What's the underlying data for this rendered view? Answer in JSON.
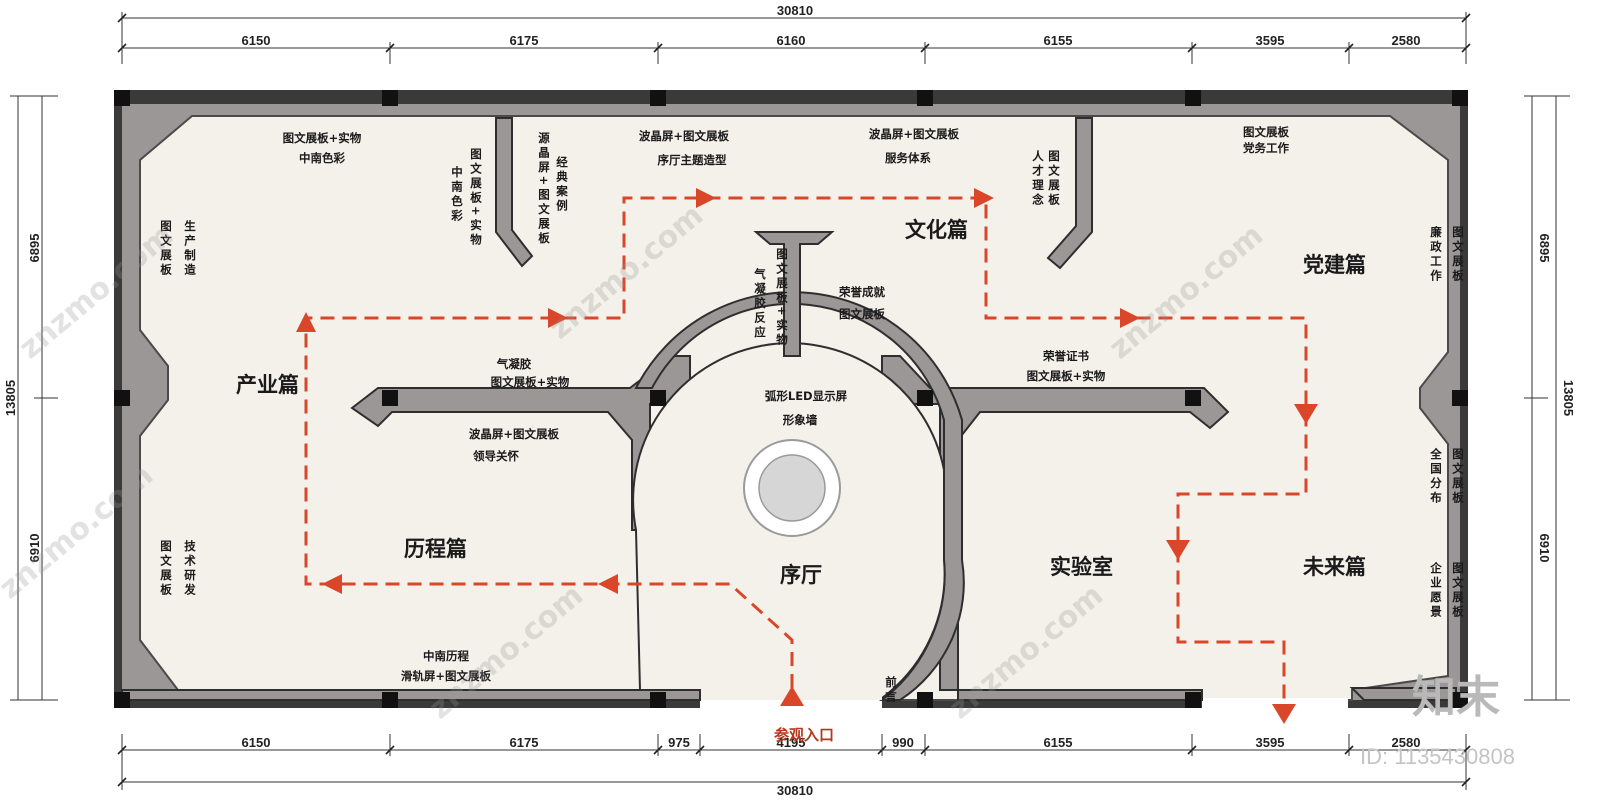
{
  "colors": {
    "wall_outer": "#3a3a3a",
    "wall_fill": "#9b9797",
    "floor": "#f4f1ea",
    "route": "#d9462a",
    "column": "#111111"
  },
  "dims": {
    "top_total": "30810",
    "top": [
      "6150",
      "6175",
      "6160",
      "6155",
      "3595",
      "2580"
    ],
    "bottom_total": "30810",
    "bottom": [
      "6150",
      "6175",
      "975",
      "4195",
      "990",
      "6155",
      "3595",
      "2580"
    ],
    "left_total": "13805",
    "left": [
      "6895",
      "6910"
    ],
    "right_total": "13805",
    "right": [
      "6895",
      "6910"
    ]
  },
  "zones": {
    "chanye": "产业篇",
    "wenhua": "文化篇",
    "dangjian": "党建篇",
    "licheng": "历程篇",
    "xuting": "序厅",
    "shiyanshi": "实验室",
    "weilai": "未来篇"
  },
  "labels": {
    "a1": "图文展板+实物",
    "a2": "中南色彩",
    "b1": "图文展板+实物",
    "b2": "中南色彩",
    "c1": "源晶屏+图文展板",
    "c2": "经典案例",
    "d1": "波晶屏+图文展板",
    "d2": "序厅主题造型",
    "e1": "波晶屏+图文展板",
    "e2": "服务体系",
    "f1": "图文展板",
    "f2": "人才理念",
    "g1": "图文展板",
    "g2": "党务工作",
    "h1": "图文展板",
    "h2": "生产制造",
    "i1": "图文展板+实物",
    "i2": "气凝胶反应",
    "j1": "荣誉成就",
    "j2": "图文展板",
    "k1": "气凝胶",
    "k2": "图文展板+实物",
    "l1": "荣誉证书",
    "l2": "图文展板+实物",
    "m1": "弧形LED显示屏",
    "m2": "形象墙",
    "n1": "波晶屏+图文展板",
    "n2": "领导关怀",
    "o1": "图文展板",
    "o2": "廉政工作",
    "p1": "图文展板",
    "p2": "全国分布",
    "q1": "图文展板",
    "q2": "技术研发",
    "r1": "图文展板",
    "r2": "企业愿景",
    "s1": "中南历程",
    "s2": "滑轨屏+图文展板",
    "t1": "前言"
  },
  "entry": "参观入口",
  "watermark": "znzmo.com",
  "brand": "知末",
  "image_id": "ID: 1135430808"
}
